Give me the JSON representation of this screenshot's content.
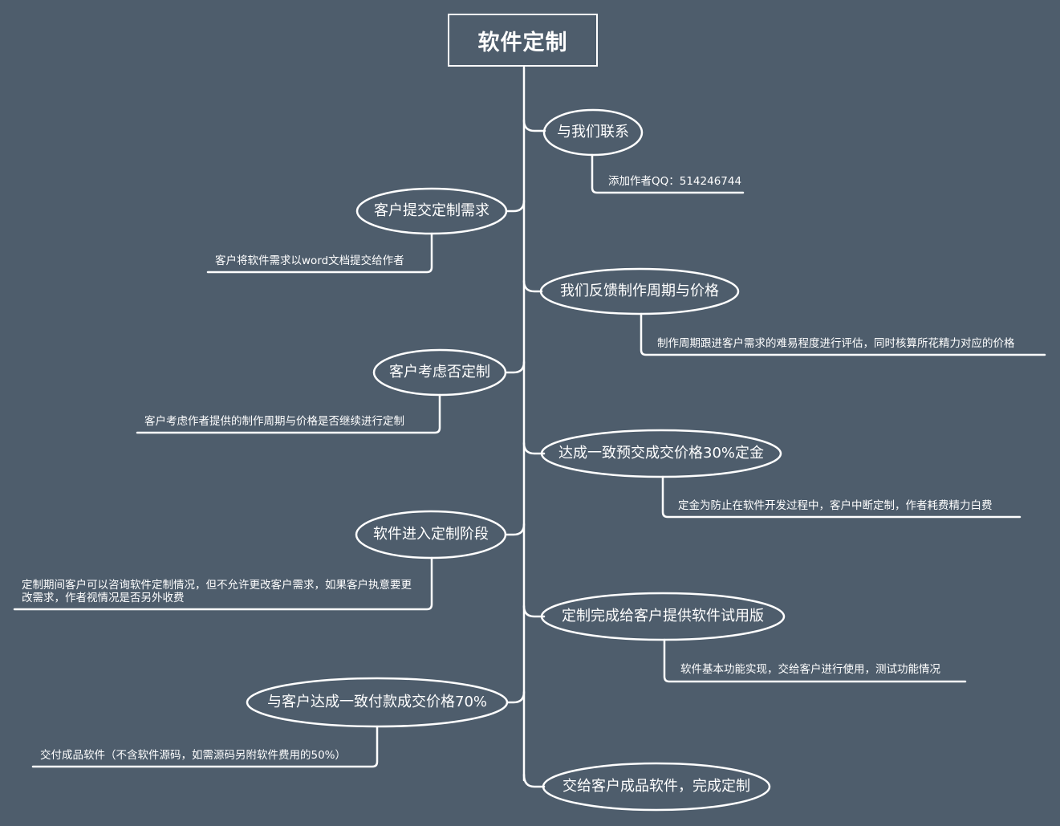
{
  "title": "软件定制",
  "colors": {
    "background": "#4e5d6c",
    "line": "#ffffff",
    "text": "#ffffff"
  },
  "nodes": [
    {
      "label": "与我们联系",
      "note": "添加作者QQ：514246744"
    },
    {
      "label": "客户提交定制需求",
      "note": "客户将软件需求以word文档提交给作者"
    },
    {
      "label": "我们反馈制作周期与价格",
      "note": "制作周期跟进客户需求的难易程度进行评估，同时核算所花精力对应的价格"
    },
    {
      "label": "客户考虑否定制",
      "note": "客户考虑作者提供的制作周期与价格是否继续进行定制"
    },
    {
      "label": "达成一致预交成交价格30%定金",
      "note": "定金为防止在软件开发过程中，客户中断定制，作者耗费精力白费"
    },
    {
      "label": "软件进入定制阶段",
      "note": "定制期间客户可以咨询软件定制情况，但不允许更改客户需求，如果客户执意要更改需求，作者视情况是否另外收费"
    },
    {
      "label": "定制完成给客户提供软件试用版",
      "note": "软件基本功能实现，交给客户进行使用，测试功能情况"
    },
    {
      "label": "与客户达成一致付款成交价格70%",
      "note": "交付成品软件（不含软件源码，如需源码另附软件费用的50%）"
    },
    {
      "label": "交给客户成品软件，完成定制",
      "note": ""
    }
  ]
}
